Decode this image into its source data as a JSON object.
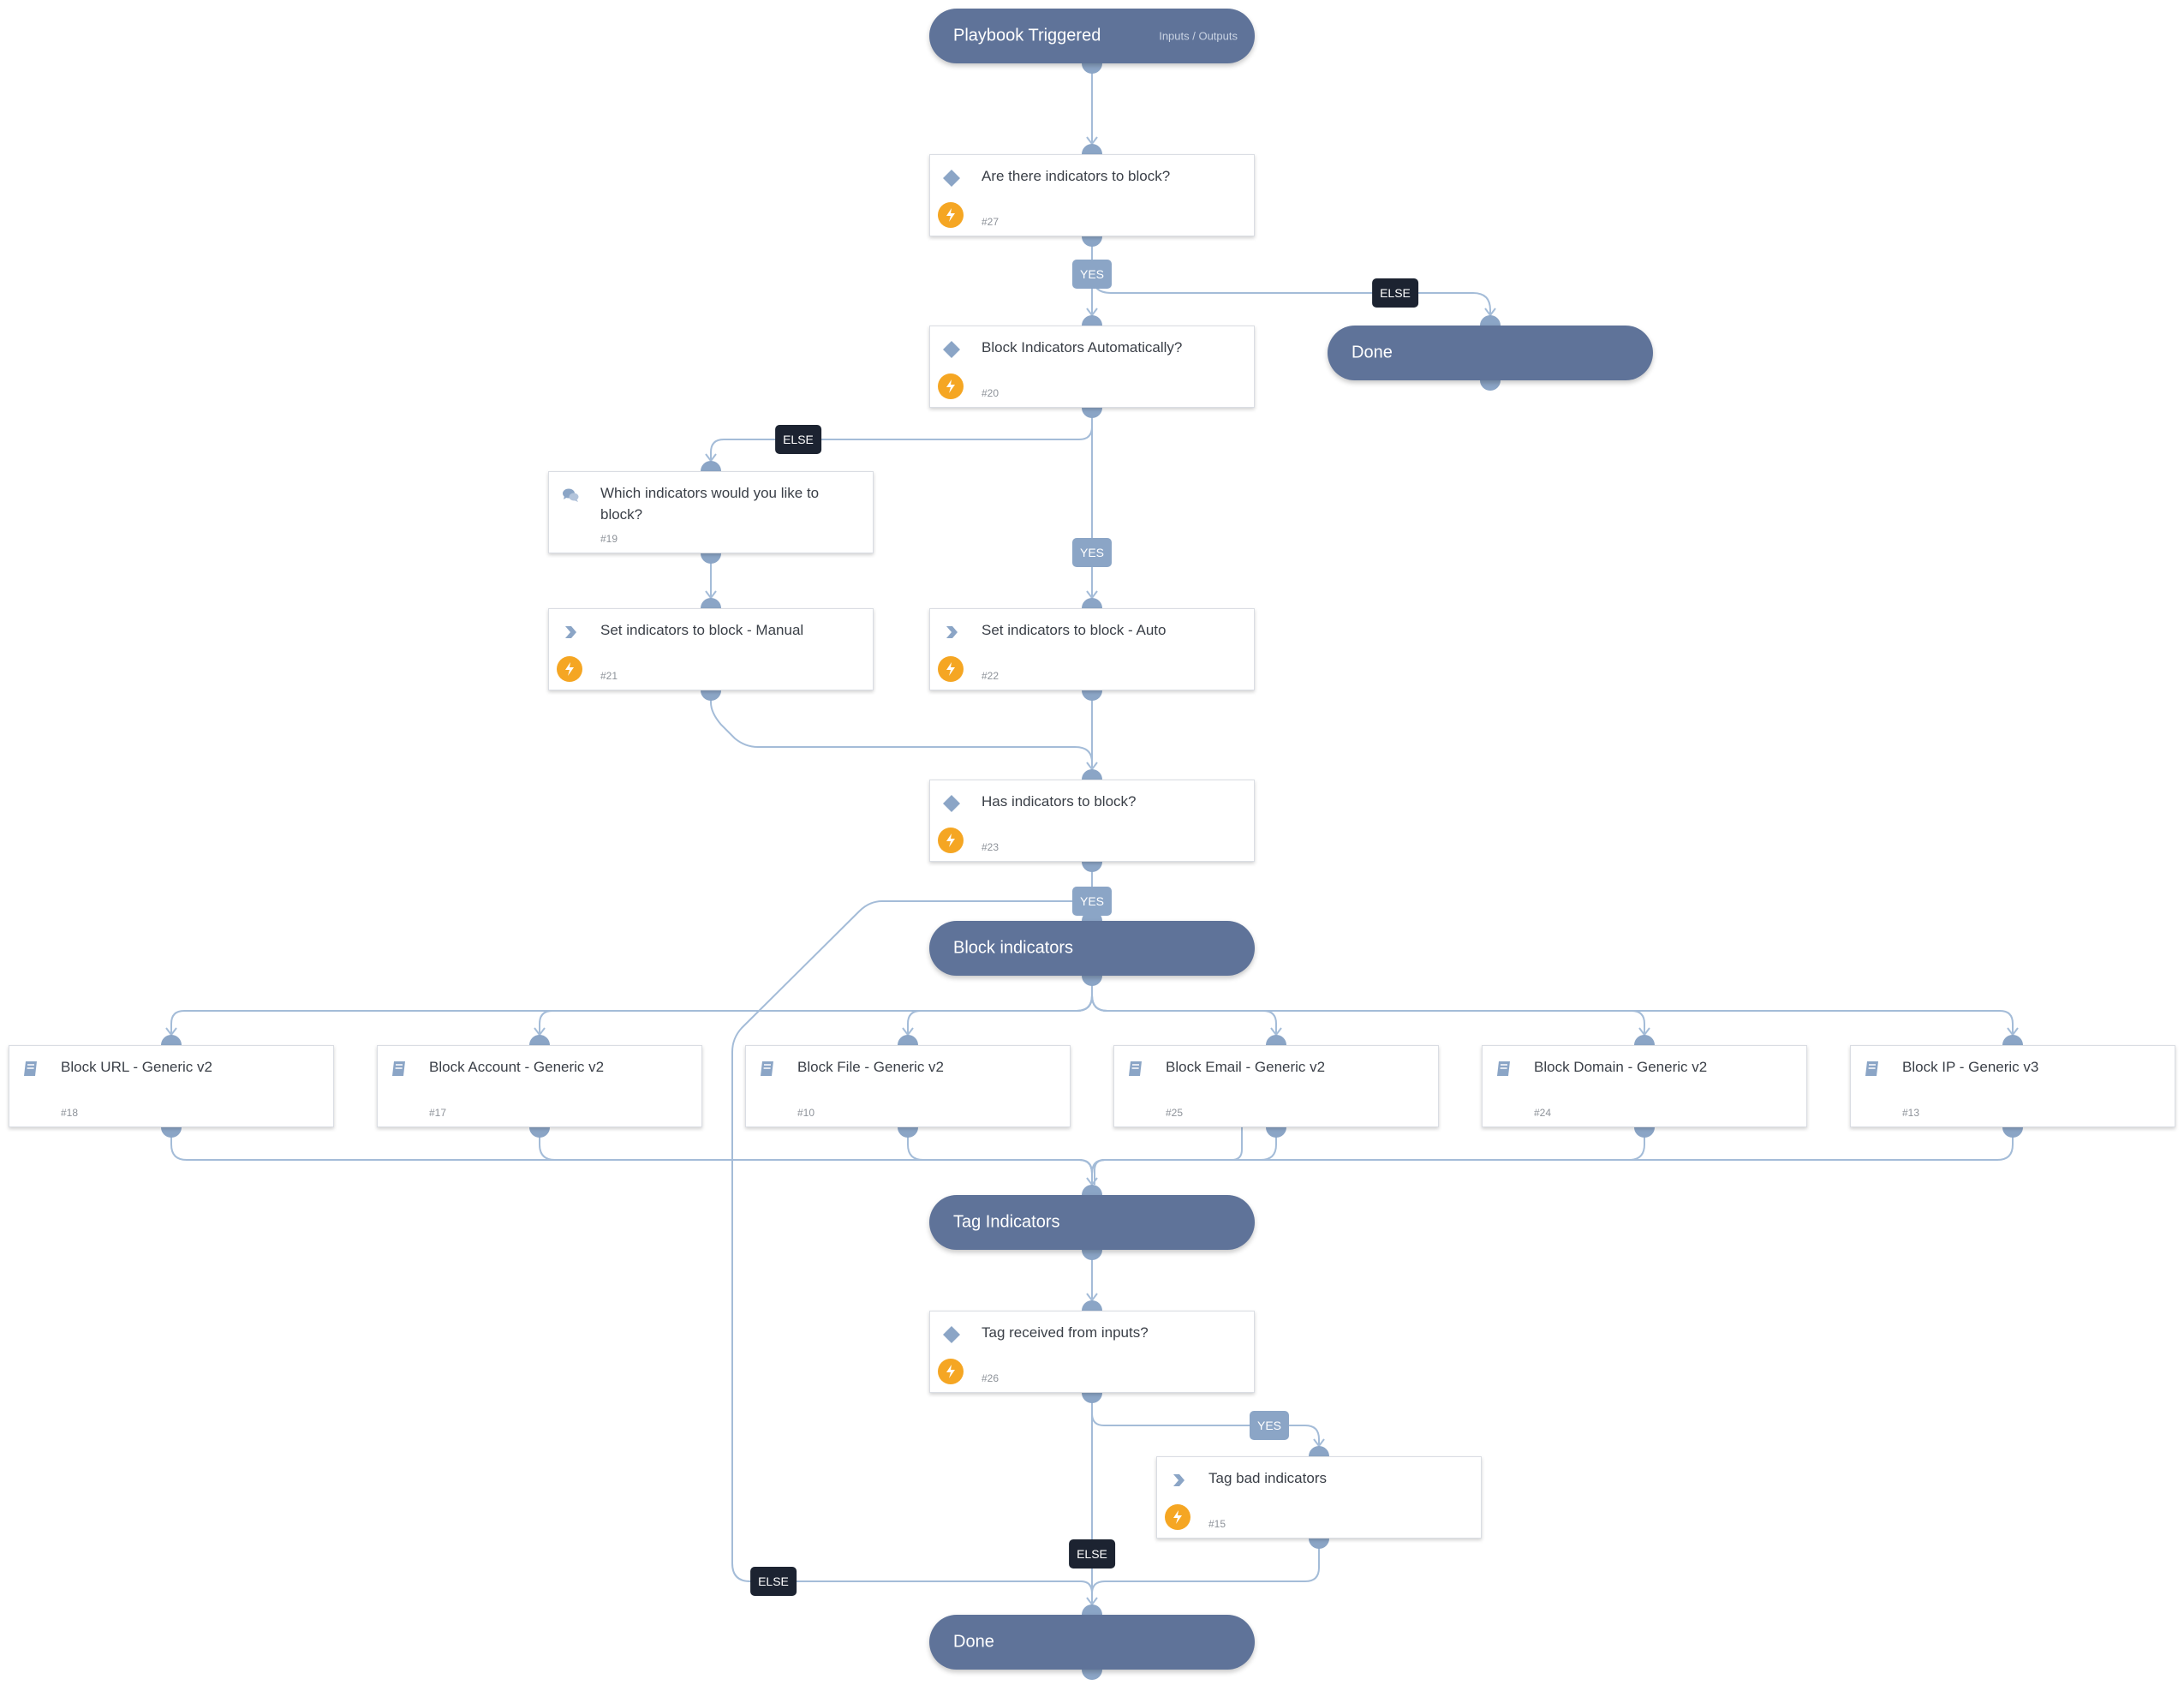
{
  "playbook": {
    "start": {
      "title": "Playbook Triggered",
      "subtitle": "Inputs / Outputs"
    },
    "sections": {
      "block_indicators": "Block indicators",
      "tag_indicators": "Tag Indicators",
      "done_top": "Done",
      "done_bottom": "Done"
    },
    "tasks": {
      "t27": {
        "title": "Are there indicators to block?",
        "number": "#27",
        "type": "condition",
        "automated": true
      },
      "t20": {
        "title": "Block Indicators Automatically?",
        "number": "#20",
        "type": "condition",
        "automated": true
      },
      "t19": {
        "title": "Which indicators would you like to block?",
        "number": "#19",
        "type": "communication",
        "automated": false
      },
      "t21": {
        "title": "Set indicators to block - Manual",
        "number": "#21",
        "type": "standard",
        "automated": true
      },
      "t22": {
        "title": "Set indicators to block - Auto",
        "number": "#22",
        "type": "standard",
        "automated": true
      },
      "t23": {
        "title": "Has indicators to block?",
        "number": "#23",
        "type": "condition",
        "automated": true
      },
      "t18": {
        "title": "Block URL - Generic v2",
        "number": "#18",
        "type": "playbook",
        "automated": false
      },
      "t17": {
        "title": "Block Account - Generic v2",
        "number": "#17",
        "type": "playbook",
        "automated": false
      },
      "t10": {
        "title": "Block File - Generic v2",
        "number": "#10",
        "type": "playbook",
        "automated": false
      },
      "t25": {
        "title": "Block Email - Generic v2",
        "number": "#25",
        "type": "playbook",
        "automated": false
      },
      "t24": {
        "title": "Block Domain - Generic v2",
        "number": "#24",
        "type": "playbook",
        "automated": false
      },
      "t13": {
        "title": "Block IP - Generic v3",
        "number": "#13",
        "type": "playbook",
        "automated": false
      },
      "t26": {
        "title": "Tag received from inputs?",
        "number": "#26",
        "type": "condition",
        "automated": true
      },
      "t15": {
        "title": "Tag bad indicators",
        "number": "#15",
        "type": "standard",
        "automated": true
      }
    },
    "edge_labels": {
      "t27_yes": "YES",
      "t27_else": "ELSE",
      "t20_else": "ELSE",
      "t20_yes": "YES",
      "t23_yes": "YES",
      "t23_else": "ELSE",
      "t26_yes": "YES",
      "t26_else": "ELSE"
    },
    "colors": {
      "section": "#5f7399",
      "connector": "#a4bcd8",
      "port": "#8ba5c6",
      "yes_label": "#8ba5c6",
      "else_label": "#1c2331",
      "automation_badge": "#f5a623"
    }
  }
}
